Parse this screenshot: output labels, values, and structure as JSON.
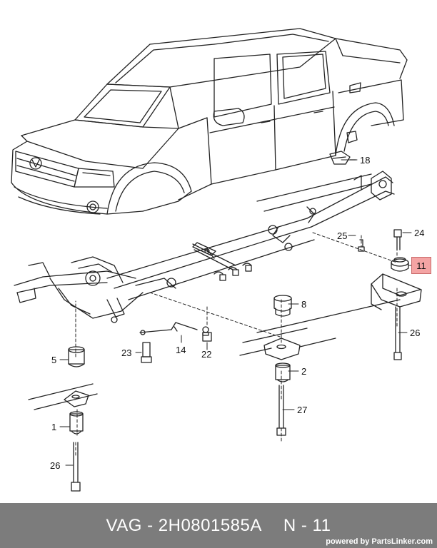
{
  "callouts": {
    "c1": "1",
    "c2": "2",
    "c5": "5",
    "c8": "8",
    "c11": "11",
    "c14": "14",
    "c18": "18",
    "c22": "22",
    "c23": "23",
    "c24": "24",
    "c25": "25",
    "c26a": "26",
    "c26b": "26",
    "c27": "27"
  },
  "footer": {
    "part_number": "VAG - 2H0801585A",
    "page_ref": "N - 11",
    "powered_prefix": "powered by ",
    "powered_brand": "PartsLinker.com"
  },
  "colors": {
    "footer_bg": "#7c7c7c",
    "highlight": "#f4a4a4",
    "line": "#222222"
  }
}
